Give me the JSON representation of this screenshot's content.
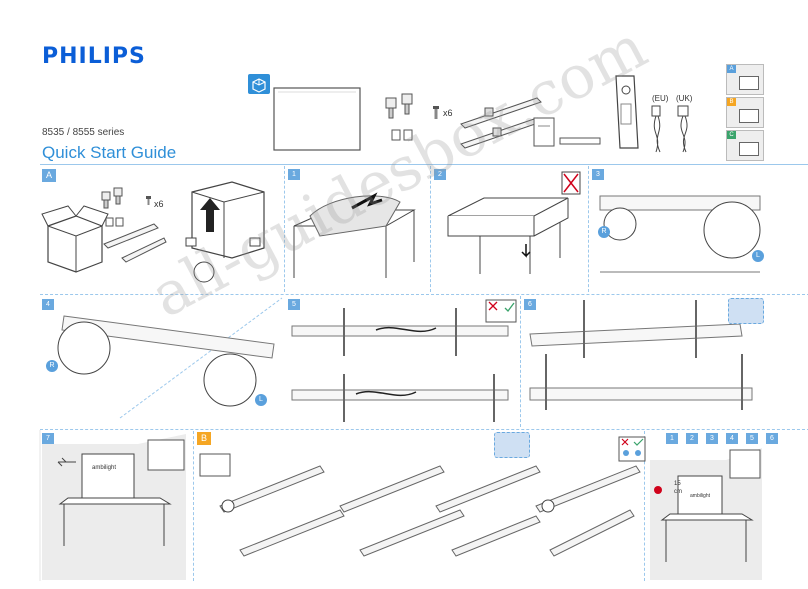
{
  "brand": "PHILIPS",
  "series": "8535 / 8555 series",
  "title": "Quick Start Guide",
  "watermark": "all-guidesbox.com",
  "contents": {
    "screw_count": "x6",
    "plug_eu": "(EU)",
    "plug_uk": "(UK)"
  },
  "tabs": [
    {
      "label": "A",
      "color": "#5aa0dc"
    },
    {
      "label": "B",
      "color": "#f5a623"
    },
    {
      "label": "C",
      "color": "#3aa36b"
    }
  ],
  "steps": {
    "A": "A",
    "s1": "1",
    "s2": "2",
    "s3": "3",
    "s4": "4",
    "s5": "5",
    "s6": "6",
    "s7": "7",
    "B": "B",
    "seq": [
      "1",
      "2",
      "3",
      "4",
      "5",
      "6"
    ]
  },
  "labels": {
    "screw_a": "x6",
    "r": "R",
    "l": "L",
    "distance_top": "15",
    "distance_unit": "cm",
    "distance_bottom": "15",
    "distance_unit_b": "cm",
    "ambilight": "ambilight",
    "ambilight_b": "ambilight"
  },
  "colors": {
    "accent": "#2f8fd8",
    "brand": "#0b5ed7",
    "step": "#6aa9df",
    "warn": "#d0021b"
  }
}
